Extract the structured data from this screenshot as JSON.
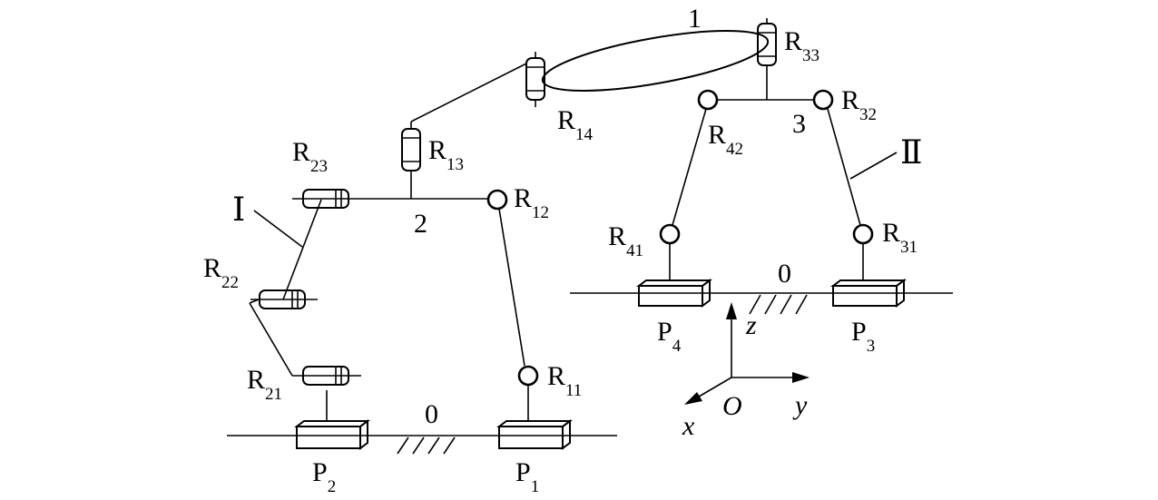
{
  "labels": {
    "R11": {
      "main": "R",
      "sub": "11"
    },
    "R12": {
      "main": "R",
      "sub": "12"
    },
    "R13": {
      "main": "R",
      "sub": "13"
    },
    "R14": {
      "main": "R",
      "sub": "14"
    },
    "R21": {
      "main": "R",
      "sub": "21"
    },
    "R22": {
      "main": "R",
      "sub": "22"
    },
    "R23": {
      "main": "R",
      "sub": "23"
    },
    "R31": {
      "main": "R",
      "sub": "31"
    },
    "R32": {
      "main": "R",
      "sub": "32"
    },
    "R33": {
      "main": "R",
      "sub": "33"
    },
    "R41": {
      "main": "R",
      "sub": "41"
    },
    "R42": {
      "main": "R",
      "sub": "42"
    },
    "P1": {
      "main": "P",
      "sub": "1"
    },
    "P2": {
      "main": "P",
      "sub": "2"
    },
    "P3": {
      "main": "P",
      "sub": "3"
    },
    "P4": {
      "main": "P",
      "sub": "4"
    },
    "link1": "1",
    "link2": "2",
    "link3": "3",
    "ground_left": "0",
    "ground_right": "0",
    "limb_I": "Ⅰ",
    "limb_II": "Ⅱ",
    "axis_x": "x",
    "axis_y": "y",
    "axis_z": "z",
    "origin": "O"
  }
}
